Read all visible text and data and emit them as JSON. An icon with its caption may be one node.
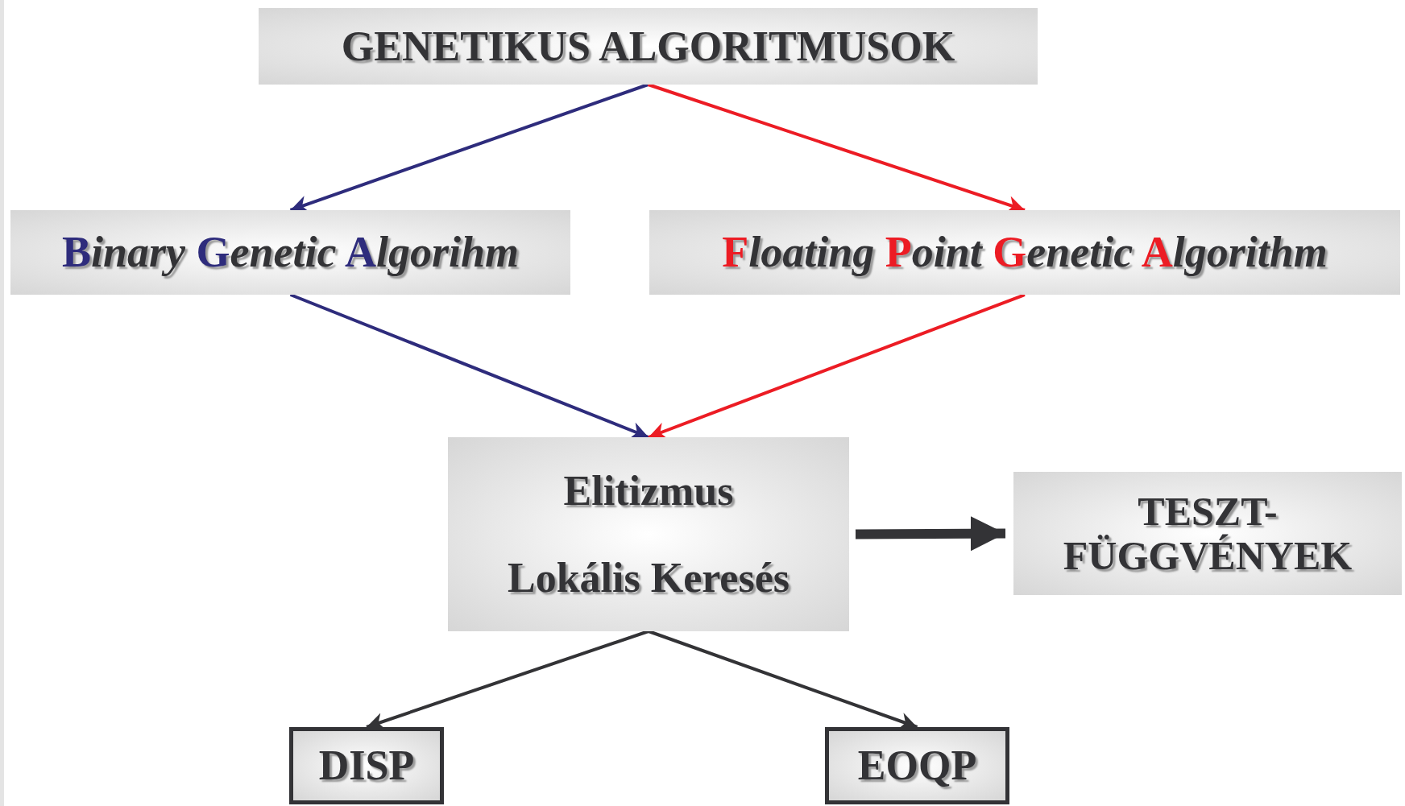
{
  "diagram": {
    "nodes": [
      {
        "text": [
          "GENETIKUS ALGORITMUSOK"
        ]
      },
      {
        "text": [
          "Binary Genetic Algorihm"
        ]
      },
      {
        "text": [
          "Floating Point Genetic Algorithm"
        ]
      },
      {
        "text": [
          "Elitizmus",
          "Lokális Keresés"
        ]
      },
      {
        "text": [
          "TESZT-FÜGGVÉNYEK"
        ]
      },
      {
        "text": [
          "DISP"
        ]
      },
      {
        "text": [
          "EOQP"
        ]
      }
    ],
    "edges": [
      {
        "from": 0,
        "to": 1,
        "arrow": "to",
        "color": "#2e2c7c"
      },
      {
        "from": 0,
        "to": 2,
        "arrow": "to",
        "color": "#ec1c24"
      },
      {
        "from": 1,
        "to": 3,
        "arrow": "to",
        "color": "#2e2c7c"
      },
      {
        "from": 2,
        "to": 3,
        "arrow": "to",
        "color": "#ec1c24"
      },
      {
        "from": 3,
        "to": 4,
        "arrow": "to",
        "style": "thick"
      },
      {
        "from": 3,
        "to": 5,
        "arrow": "to"
      },
      {
        "from": 3,
        "to": 6,
        "arrow": "to"
      }
    ]
  }
}
